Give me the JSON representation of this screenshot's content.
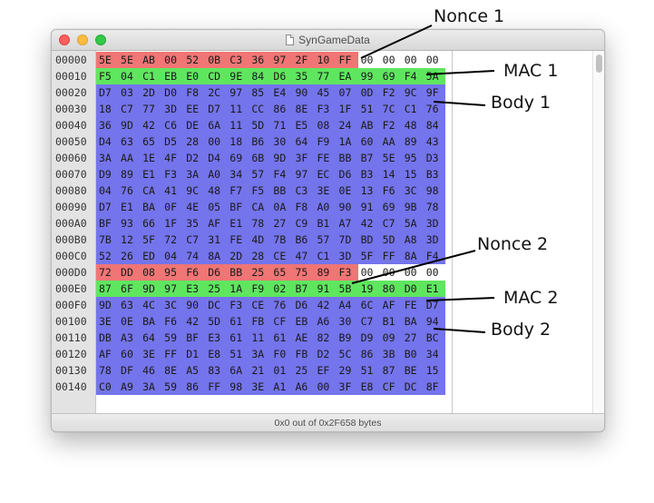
{
  "window": {
    "title": "SynGameData"
  },
  "status": "0x0 out of 0x2F658 bytes",
  "colors": {
    "nonce": "#f07575",
    "mac": "#5fe65f",
    "body": "#7474ec",
    "empty": "#ffffff"
  },
  "annotations": [
    {
      "label": "Nonce 1"
    },
    {
      "label": "MAC 1"
    },
    {
      "label": "Body 1"
    },
    {
      "label": "Nonce 2"
    },
    {
      "label": "MAC 2"
    },
    {
      "label": "Body 2"
    }
  ],
  "rows": [
    {
      "offset": "00000",
      "bytes": [
        "5E",
        "5E",
        "AB",
        "00",
        "52",
        "0B",
        "C3",
        "36",
        "97",
        "2F",
        "10",
        "FF",
        "00",
        "00",
        "00",
        "00"
      ],
      "regions": [
        "nonce",
        "nonce",
        "nonce",
        "nonce",
        "nonce",
        "nonce",
        "nonce",
        "nonce",
        "nonce",
        "nonce",
        "nonce",
        "nonce",
        "empty",
        "empty",
        "empty",
        "empty"
      ]
    },
    {
      "offset": "00010",
      "bytes": [
        "F5",
        "04",
        "C1",
        "EB",
        "E0",
        "CD",
        "9E",
        "84",
        "D6",
        "35",
        "77",
        "EA",
        "99",
        "69",
        "F4",
        "5A"
      ],
      "regions": [
        "mac",
        "mac",
        "mac",
        "mac",
        "mac",
        "mac",
        "mac",
        "mac",
        "mac",
        "mac",
        "mac",
        "mac",
        "mac",
        "mac",
        "mac",
        "mac"
      ]
    },
    {
      "offset": "00020",
      "bytes": [
        "D7",
        "03",
        "2D",
        "D0",
        "F8",
        "2C",
        "97",
        "85",
        "E4",
        "90",
        "45",
        "07",
        "0D",
        "F2",
        "9C",
        "9F"
      ],
      "regions": [
        "body",
        "body",
        "body",
        "body",
        "body",
        "body",
        "body",
        "body",
        "body",
        "body",
        "body",
        "body",
        "body",
        "body",
        "body",
        "body"
      ]
    },
    {
      "offset": "00030",
      "bytes": [
        "18",
        "C7",
        "77",
        "3D",
        "EE",
        "D7",
        "11",
        "CC",
        "86",
        "8E",
        "F3",
        "1F",
        "51",
        "7C",
        "C1",
        "76"
      ],
      "regions": [
        "body",
        "body",
        "body",
        "body",
        "body",
        "body",
        "body",
        "body",
        "body",
        "body",
        "body",
        "body",
        "body",
        "body",
        "body",
        "body"
      ]
    },
    {
      "offset": "00040",
      "bytes": [
        "36",
        "9D",
        "42",
        "C6",
        "DE",
        "6A",
        "11",
        "5D",
        "71",
        "E5",
        "08",
        "24",
        "AB",
        "F2",
        "48",
        "84"
      ],
      "regions": [
        "body",
        "body",
        "body",
        "body",
        "body",
        "body",
        "body",
        "body",
        "body",
        "body",
        "body",
        "body",
        "body",
        "body",
        "body",
        "body"
      ]
    },
    {
      "offset": "00050",
      "bytes": [
        "D4",
        "63",
        "65",
        "D5",
        "28",
        "00",
        "18",
        "B6",
        "30",
        "64",
        "F9",
        "1A",
        "60",
        "AA",
        "89",
        "43"
      ],
      "regions": [
        "body",
        "body",
        "body",
        "body",
        "body",
        "body",
        "body",
        "body",
        "body",
        "body",
        "body",
        "body",
        "body",
        "body",
        "body",
        "body"
      ]
    },
    {
      "offset": "00060",
      "bytes": [
        "3A",
        "AA",
        "1E",
        "4F",
        "D2",
        "D4",
        "69",
        "6B",
        "9D",
        "3F",
        "FE",
        "BB",
        "B7",
        "5E",
        "95",
        "D3"
      ],
      "regions": [
        "body",
        "body",
        "body",
        "body",
        "body",
        "body",
        "body",
        "body",
        "body",
        "body",
        "body",
        "body",
        "body",
        "body",
        "body",
        "body"
      ]
    },
    {
      "offset": "00070",
      "bytes": [
        "D9",
        "89",
        "E1",
        "F3",
        "3A",
        "A0",
        "34",
        "57",
        "F4",
        "97",
        "EC",
        "D6",
        "B3",
        "14",
        "15",
        "B3"
      ],
      "regions": [
        "body",
        "body",
        "body",
        "body",
        "body",
        "body",
        "body",
        "body",
        "body",
        "body",
        "body",
        "body",
        "body",
        "body",
        "body",
        "body"
      ]
    },
    {
      "offset": "00080",
      "bytes": [
        "04",
        "76",
        "CA",
        "41",
        "9C",
        "48",
        "F7",
        "F5",
        "BB",
        "C3",
        "3E",
        "0E",
        "13",
        "F6",
        "3C",
        "98"
      ],
      "regions": [
        "body",
        "body",
        "body",
        "body",
        "body",
        "body",
        "body",
        "body",
        "body",
        "body",
        "body",
        "body",
        "body",
        "body",
        "body",
        "body"
      ]
    },
    {
      "offset": "00090",
      "bytes": [
        "D7",
        "E1",
        "BA",
        "0F",
        "4E",
        "05",
        "BF",
        "CA",
        "0A",
        "F8",
        "A0",
        "90",
        "91",
        "69",
        "9B",
        "78"
      ],
      "regions": [
        "body",
        "body",
        "body",
        "body",
        "body",
        "body",
        "body",
        "body",
        "body",
        "body",
        "body",
        "body",
        "body",
        "body",
        "body",
        "body"
      ]
    },
    {
      "offset": "000A0",
      "bytes": [
        "BF",
        "93",
        "66",
        "1F",
        "35",
        "AF",
        "E1",
        "78",
        "27",
        "C9",
        "B1",
        "A7",
        "42",
        "C7",
        "5A",
        "3D"
      ],
      "regions": [
        "body",
        "body",
        "body",
        "body",
        "body",
        "body",
        "body",
        "body",
        "body",
        "body",
        "body",
        "body",
        "body",
        "body",
        "body",
        "body"
      ]
    },
    {
      "offset": "000B0",
      "bytes": [
        "7B",
        "12",
        "5F",
        "72",
        "C7",
        "31",
        "FE",
        "4D",
        "7B",
        "B6",
        "57",
        "7D",
        "BD",
        "5D",
        "A8",
        "3D"
      ],
      "regions": [
        "body",
        "body",
        "body",
        "body",
        "body",
        "body",
        "body",
        "body",
        "body",
        "body",
        "body",
        "body",
        "body",
        "body",
        "body",
        "body"
      ]
    },
    {
      "offset": "000C0",
      "bytes": [
        "52",
        "26",
        "ED",
        "04",
        "74",
        "8A",
        "2D",
        "28",
        "CE",
        "47",
        "C1",
        "3D",
        "5F",
        "FF",
        "8A",
        "F4"
      ],
      "regions": [
        "body",
        "body",
        "body",
        "body",
        "body",
        "body",
        "body",
        "body",
        "body",
        "body",
        "body",
        "body",
        "body",
        "body",
        "body",
        "body"
      ]
    },
    {
      "offset": "000D0",
      "bytes": [
        "72",
        "DD",
        "08",
        "95",
        "F6",
        "D6",
        "BB",
        "25",
        "65",
        "75",
        "89",
        "F3",
        "00",
        "00",
        "00",
        "00"
      ],
      "regions": [
        "nonce",
        "nonce",
        "nonce",
        "nonce",
        "nonce",
        "nonce",
        "nonce",
        "nonce",
        "nonce",
        "nonce",
        "nonce",
        "nonce",
        "empty",
        "empty",
        "empty",
        "empty"
      ]
    },
    {
      "offset": "000E0",
      "bytes": [
        "87",
        "6F",
        "9D",
        "97",
        "E3",
        "25",
        "1A",
        "F9",
        "02",
        "B7",
        "91",
        "5B",
        "19",
        "80",
        "D0",
        "E1"
      ],
      "regions": [
        "mac",
        "mac",
        "mac",
        "mac",
        "mac",
        "mac",
        "mac",
        "mac",
        "mac",
        "mac",
        "mac",
        "mac",
        "mac",
        "mac",
        "mac",
        "mac"
      ]
    },
    {
      "offset": "000F0",
      "bytes": [
        "9D",
        "63",
        "4C",
        "3C",
        "90",
        "DC",
        "F3",
        "CE",
        "76",
        "D6",
        "42",
        "A4",
        "6C",
        "AF",
        "FE",
        "D7"
      ],
      "regions": [
        "body",
        "body",
        "body",
        "body",
        "body",
        "body",
        "body",
        "body",
        "body",
        "body",
        "body",
        "body",
        "body",
        "body",
        "body",
        "body"
      ]
    },
    {
      "offset": "00100",
      "bytes": [
        "3E",
        "0E",
        "BA",
        "F6",
        "42",
        "5D",
        "61",
        "FB",
        "CF",
        "EB",
        "A6",
        "30",
        "C7",
        "B1",
        "BA",
        "94"
      ],
      "regions": [
        "body",
        "body",
        "body",
        "body",
        "body",
        "body",
        "body",
        "body",
        "body",
        "body",
        "body",
        "body",
        "body",
        "body",
        "body",
        "body"
      ]
    },
    {
      "offset": "00110",
      "bytes": [
        "DB",
        "A3",
        "64",
        "59",
        "BF",
        "E3",
        "61",
        "11",
        "61",
        "AE",
        "82",
        "B9",
        "D9",
        "09",
        "27",
        "BC"
      ],
      "regions": [
        "body",
        "body",
        "body",
        "body",
        "body",
        "body",
        "body",
        "body",
        "body",
        "body",
        "body",
        "body",
        "body",
        "body",
        "body",
        "body"
      ]
    },
    {
      "offset": "00120",
      "bytes": [
        "AF",
        "60",
        "3E",
        "FF",
        "D1",
        "E8",
        "51",
        "3A",
        "F0",
        "FB",
        "D2",
        "5C",
        "86",
        "3B",
        "B0",
        "34"
      ],
      "regions": [
        "body",
        "body",
        "body",
        "body",
        "body",
        "body",
        "body",
        "body",
        "body",
        "body",
        "body",
        "body",
        "body",
        "body",
        "body",
        "body"
      ]
    },
    {
      "offset": "00130",
      "bytes": [
        "78",
        "DF",
        "46",
        "8E",
        "A5",
        "83",
        "6A",
        "21",
        "01",
        "25",
        "EF",
        "29",
        "51",
        "87",
        "BE",
        "15"
      ],
      "regions": [
        "body",
        "body",
        "body",
        "body",
        "body",
        "body",
        "body",
        "body",
        "body",
        "body",
        "body",
        "body",
        "body",
        "body",
        "body",
        "body"
      ]
    },
    {
      "offset": "00140",
      "bytes": [
        "C0",
        "A9",
        "3A",
        "59",
        "86",
        "FF",
        "98",
        "3E",
        "A1",
        "A6",
        "00",
        "3F",
        "E8",
        "CF",
        "DC",
        "8F"
      ],
      "regions": [
        "body",
        "body",
        "body",
        "body",
        "body",
        "body",
        "body",
        "body",
        "body",
        "body",
        "body",
        "body",
        "body",
        "body",
        "body",
        "body"
      ]
    }
  ]
}
